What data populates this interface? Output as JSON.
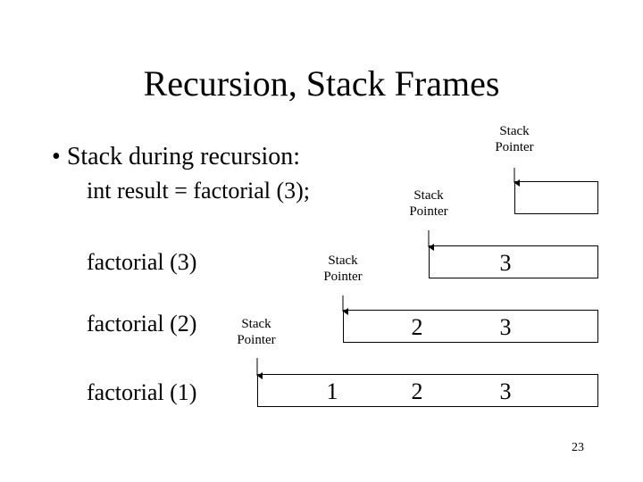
{
  "slide": {
    "title": "Recursion, Stack Frames",
    "bullet": "Stack during recursion:",
    "bullet_marker": "•",
    "code_line": "int result = factorial (3);",
    "calls": [
      "factorial (3)",
      "factorial (2)",
      "factorial (1)"
    ],
    "page_number": "23"
  },
  "stack_pointer_label": {
    "line1": "Stack",
    "line2": "Pointer"
  },
  "stack_rows": [
    {
      "cells": []
    },
    {
      "cells": [
        "3"
      ]
    },
    {
      "cells": [
        "2",
        "3"
      ]
    },
    {
      "cells": [
        "1",
        "2",
        "3"
      ]
    }
  ]
}
